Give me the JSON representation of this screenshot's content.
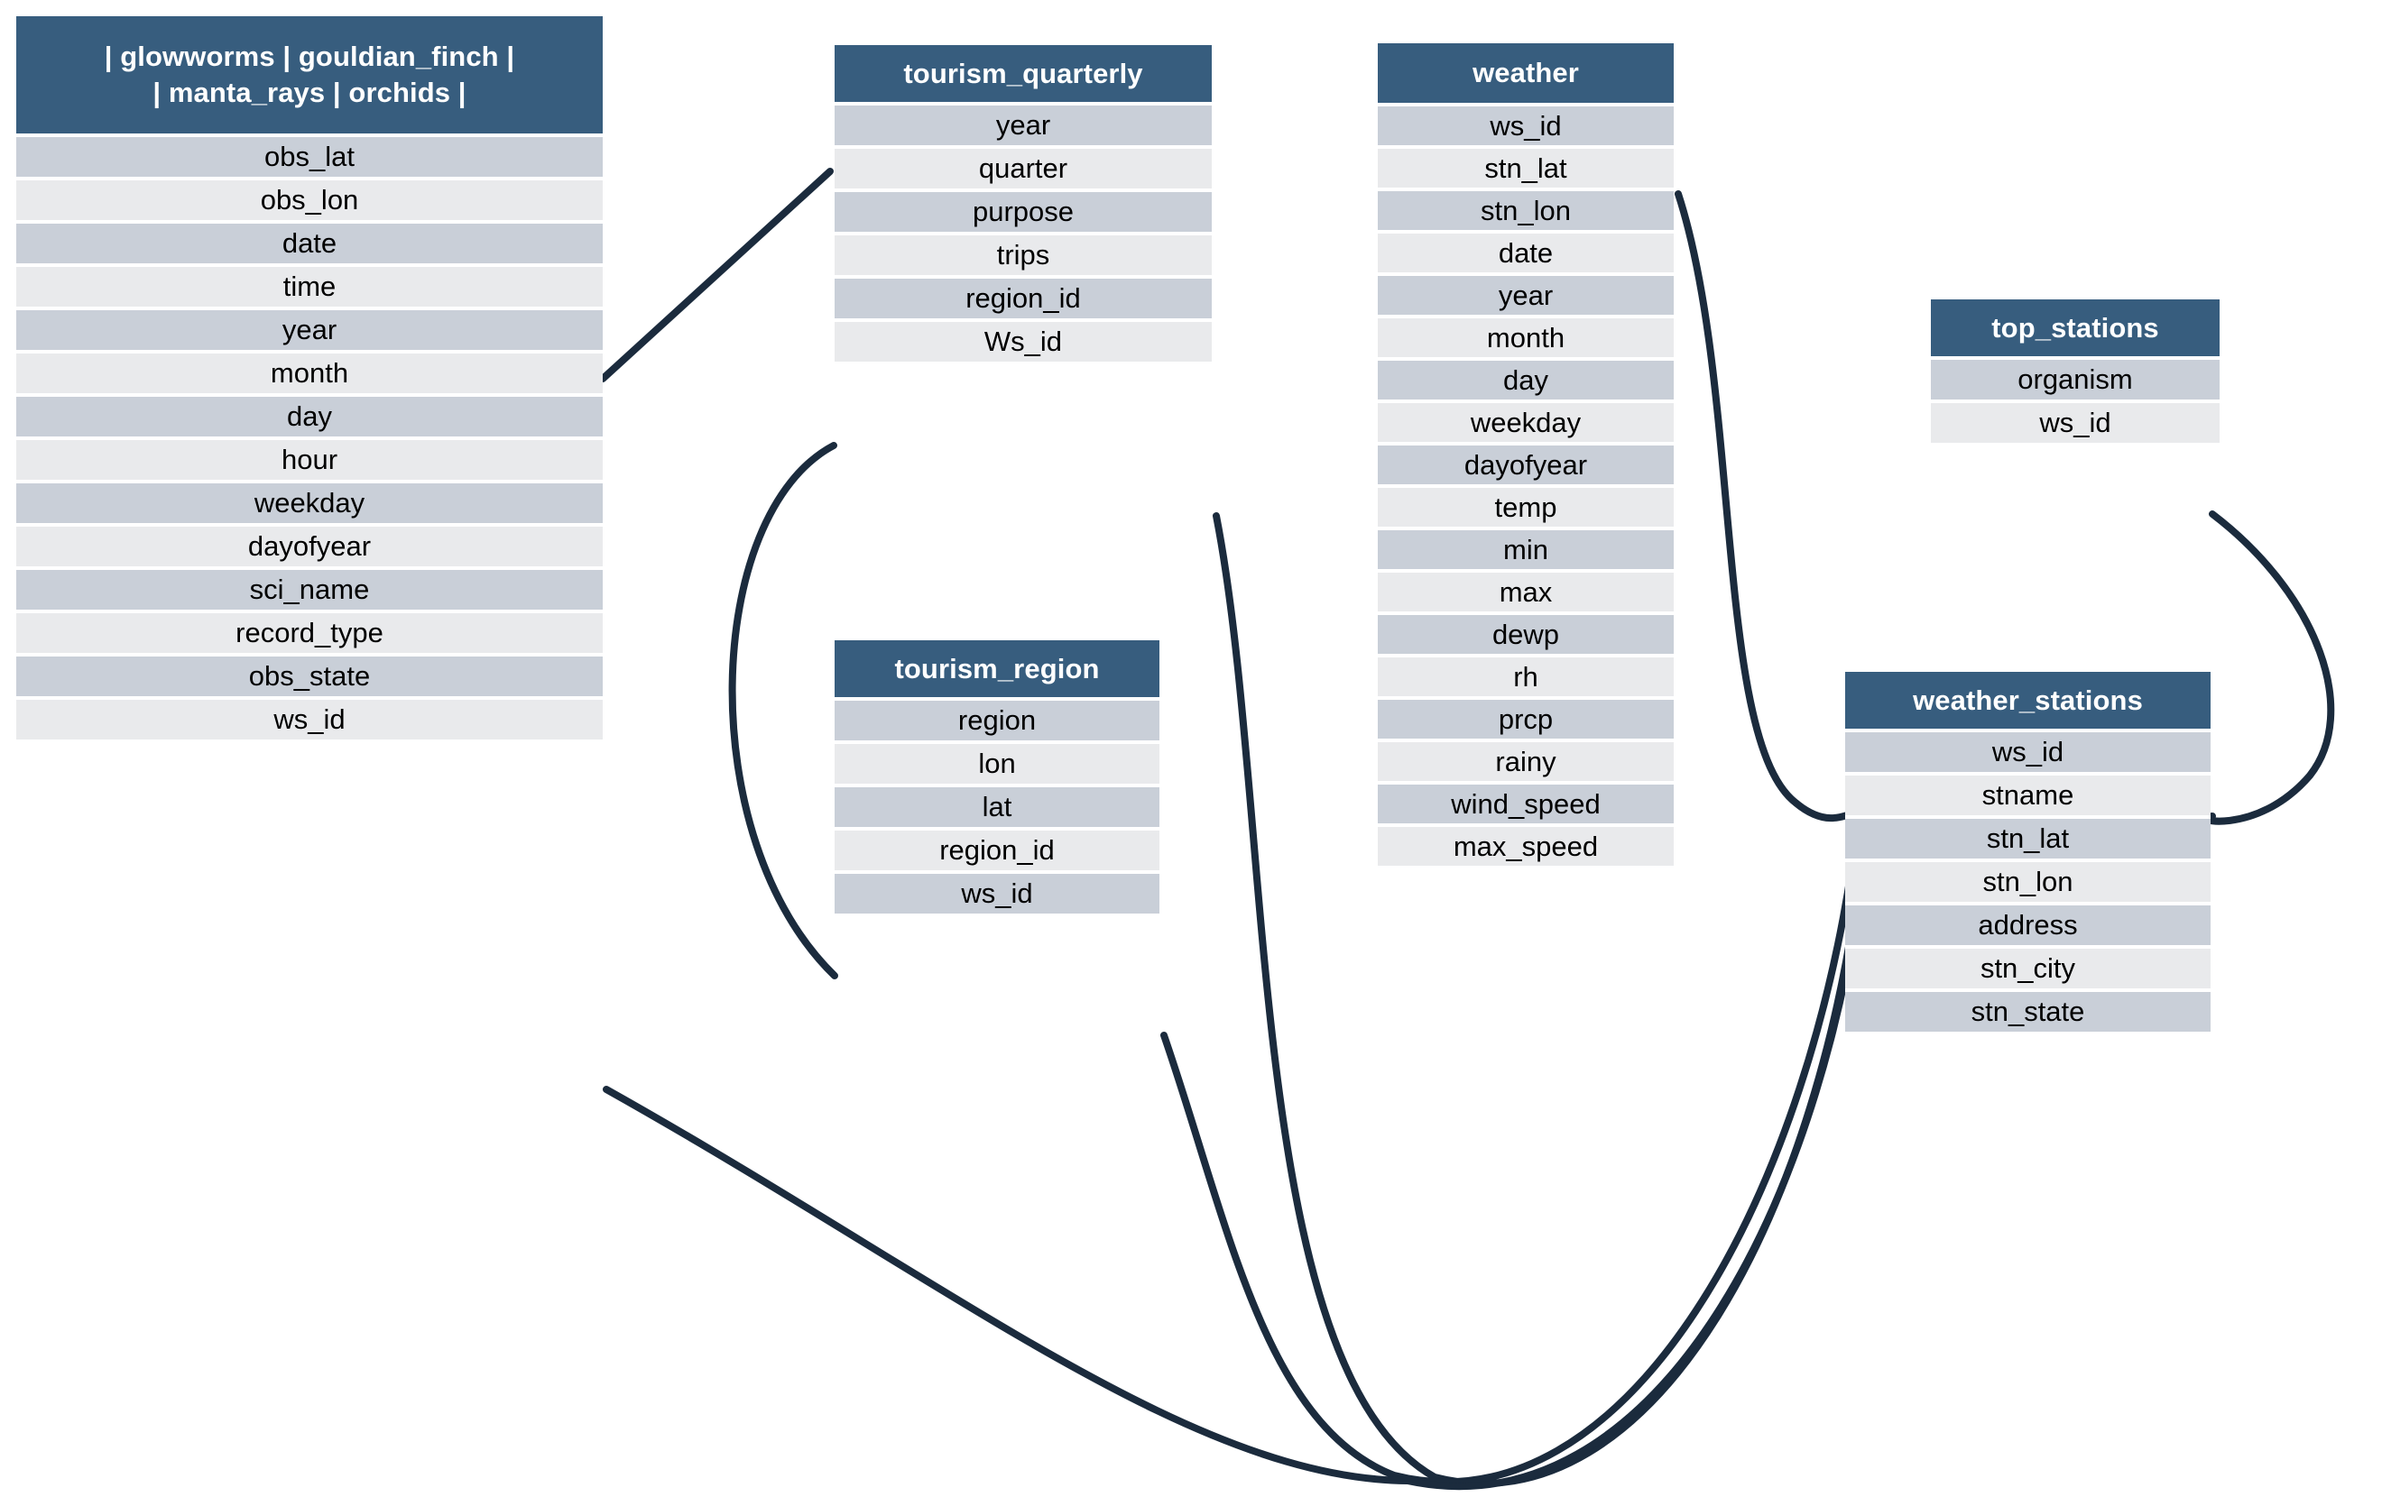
{
  "theme": {
    "header_bg": "#375d7e",
    "header_text": "#ffffff",
    "row_odd_bg": "#c9cfd8",
    "row_even_bg": "#e9eaec",
    "edge_color": "#1b2b3d",
    "page_bg": "#ffffff"
  },
  "diagram": {
    "type": "entity-relationship-schema",
    "entities": [
      {
        "id": "observations",
        "name": "| glowworms | gouldian_finch | | manta_rays | orchids |",
        "header_lines": [
          "| glowworms | gouldian_finch |",
          "| manta_rays | orchids |"
        ],
        "fields": [
          "obs_lat",
          "obs_lon",
          "date",
          "time",
          "year",
          "month",
          "day",
          "hour",
          "weekday",
          "dayofyear",
          "sci_name",
          "record_type",
          "obs_state",
          "ws_id"
        ]
      },
      {
        "id": "tourism_quarterly",
        "name": "tourism_quarterly",
        "header_lines": [
          "tourism_quarterly"
        ],
        "fields": [
          "year",
          "quarter",
          "purpose",
          "trips",
          "region_id",
          "Ws_id"
        ]
      },
      {
        "id": "tourism_region",
        "name": "tourism_region",
        "header_lines": [
          "tourism_region"
        ],
        "fields": [
          "region",
          "lon",
          "lat",
          "region_id",
          "ws_id"
        ]
      },
      {
        "id": "weather",
        "name": "weather",
        "header_lines": [
          "weather"
        ],
        "fields": [
          "ws_id",
          "stn_lat",
          "stn_lon",
          "date",
          "year",
          "month",
          "day",
          "weekday",
          "dayofyear",
          "temp",
          "min",
          "max",
          "dewp",
          "rh",
          "prcp",
          "rainy",
          "wind_speed",
          "max_speed"
        ]
      },
      {
        "id": "top_stations",
        "name": "top_stations",
        "header_lines": [
          "top_stations"
        ],
        "fields": [
          "organism",
          "ws_id"
        ]
      },
      {
        "id": "weather_stations",
        "name": "weather_stations",
        "header_lines": [
          "weather_stations"
        ],
        "fields": [
          "ws_id",
          "stname",
          "stn_lat",
          "stn_lon",
          "address",
          "stn_city",
          "stn_state"
        ]
      }
    ],
    "relationships": [
      {
        "from": "observations.time",
        "to": "tourism_quarterly.year"
      },
      {
        "from": "tourism_quarterly.region_id",
        "to": "tourism_region.region_id"
      },
      {
        "from": "tourism_quarterly.Ws_id",
        "to": "weather_stations.ws_id"
      },
      {
        "from": "tourism_region.ws_id",
        "to": "weather_stations.ws_id"
      },
      {
        "from": "observations.ws_id",
        "to": "weather_stations.ws_id"
      },
      {
        "from": "weather.ws_id",
        "to": "weather_stations.ws_id"
      },
      {
        "from": "top_stations.ws_id",
        "to": "weather_stations.ws_id"
      }
    ]
  }
}
